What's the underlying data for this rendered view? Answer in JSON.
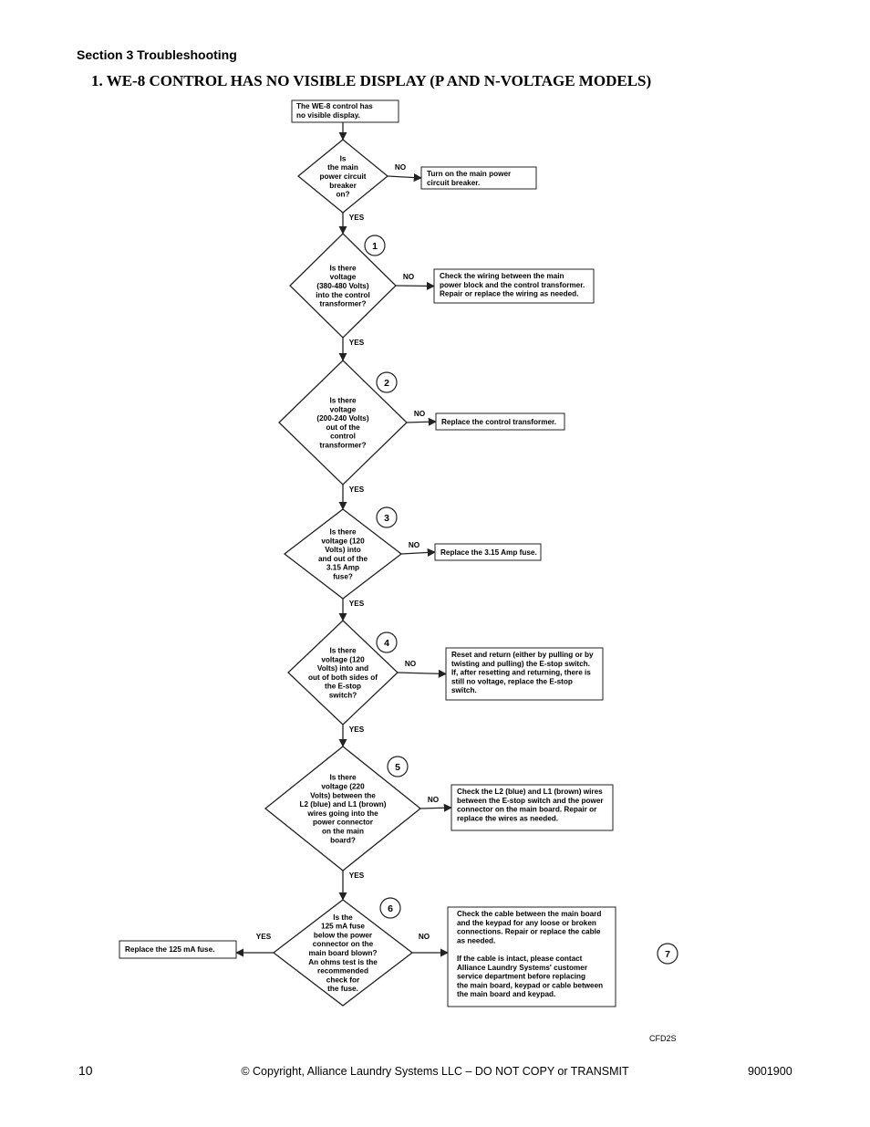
{
  "section_header": "Section 3 Troubleshooting",
  "title": "1. WE-8 CONTROL HAS NO VISIBLE DISPLAY (P AND N-VOLTAGE MODELS)",
  "figure_code": "CFD2S",
  "footer": {
    "page_number": "10",
    "copyright": "© Copyright, Alliance Laundry Systems LLC – DO NOT COPY or TRANSMIT",
    "doc_number": "9001900"
  },
  "flowchart": {
    "start": [
      "The WE-8 control has",
      "no visible display."
    ],
    "labels": {
      "yes": "YES",
      "no": "NO"
    },
    "decisions": [
      {
        "id": "d0",
        "number": "",
        "lines": [
          "Is",
          "the main",
          "power circuit",
          "breaker",
          "on?"
        ]
      },
      {
        "id": "d1",
        "number": "1",
        "lines": [
          "Is there",
          "voltage",
          "(380-480 Volts)",
          "into the control",
          "transformer?"
        ]
      },
      {
        "id": "d2",
        "number": "2",
        "lines": [
          "Is there",
          "voltage",
          "(200-240 Volts)",
          "out of the",
          "control",
          "transformer?"
        ]
      },
      {
        "id": "d3",
        "number": "3",
        "lines": [
          "Is there",
          "voltage (120",
          "Volts) into",
          "and out of the",
          "3.15 Amp",
          "fuse?"
        ]
      },
      {
        "id": "d4",
        "number": "4",
        "lines": [
          "Is there",
          "voltage (120",
          "Volts) into and",
          "out of both sides of",
          "the E-stop",
          "switch?"
        ]
      },
      {
        "id": "d5",
        "number": "5",
        "lines": [
          "Is there",
          "voltage (220",
          "Volts) between the",
          "L2 (blue) and L1 (brown)",
          "wires going into the",
          "power connector",
          "on the main",
          "board?"
        ]
      },
      {
        "id": "d6",
        "number": "6",
        "lines": [
          "Is the",
          "125 mA fuse",
          "below the power",
          "connector on the",
          "main board blown?",
          "An ohms test is the",
          "recommended",
          "check for",
          "the fuse."
        ]
      }
    ],
    "actions": [
      {
        "id": "a0",
        "lines": [
          "Turn on the main power",
          "circuit breaker."
        ]
      },
      {
        "id": "a1",
        "lines": [
          "Check the wiring between the main",
          "power block and the control transformer.",
          "Repair or replace the wiring as needed."
        ]
      },
      {
        "id": "a2",
        "lines": [
          "Replace the control transformer."
        ]
      },
      {
        "id": "a3",
        "lines": [
          "Replace the 3.15 Amp fuse."
        ]
      },
      {
        "id": "a4",
        "lines": [
          "Reset and return (either by pulling or by",
          "twisting and pulling) the E-stop switch.",
          "If, after resetting and returning, there is",
          "still no voltage, replace the E-stop",
          "switch."
        ]
      },
      {
        "id": "a5",
        "lines": [
          "Check the L2 (blue) and L1 (brown) wires",
          "between the E-stop switch and the power",
          "connector on the main board. Repair or",
          "replace the wires as needed."
        ]
      },
      {
        "id": "a6",
        "lines": [
          "Check the cable between the main board",
          "and the keypad for any loose or broken",
          "connections. Repair or replace the cable",
          "as needed.",
          "",
          "If the cable is intact, please contact",
          "Alliance Laundry Systems' customer",
          "service department before replacing",
          "the main board, keypad or cable between",
          "the main board and keypad."
        ]
      },
      {
        "id": "a7",
        "lines": [
          "Replace the 125 mA fuse."
        ]
      }
    ],
    "extra_marker": "7"
  }
}
